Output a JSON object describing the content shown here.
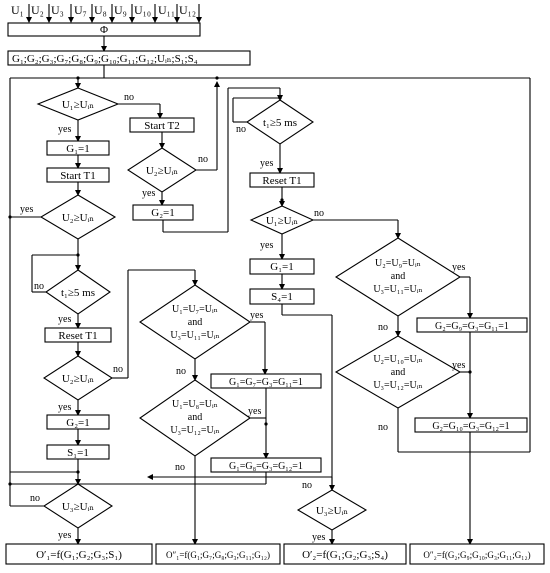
{
  "inputs": [
    "U₁",
    "U₂",
    "U₃",
    "U₇",
    "U₈",
    "U₉",
    "U₁₀",
    "U₁₁",
    "U₁₂"
  ],
  "phi_block": "Φ",
  "state_block": "G₁;G₂;G₃;G₇;G₈;G₉;G₁₀;G₁₁;G₁₂;Uᵢₙ;S₁;S₄",
  "decisions": {
    "d1": "U₁≥Uᵢₙ",
    "d2": "U₂≥Uᵢₙ",
    "d3": "U₂≥Uᵢₙ",
    "d4": "t₁≥5 ms",
    "d5": "U₂≥Uᵢₙ",
    "d6": "U₃≥Uᵢₙ",
    "d7": "t₁≥5 ms",
    "d8": "U₁≥Uᵢₙ",
    "d9_line1": "U₁=U₇=Uᵢₙ",
    "d9_line2": "and",
    "d9_line3": "U₃=U₁₁=Uᵢₙ",
    "d10_line1": "U₁=U₈=Uᵢₙ",
    "d10_line2": "and",
    "d10_line3": "U₃=U₁₂=Uᵢₙ",
    "d11_line1": "U₂=U₉=Uᵢₙ",
    "d11_line2": "and",
    "d11_line3": "U₃=U₁₁=Uᵢₙ",
    "d12_line1": "U₂=U₁₀=Uᵢₙ",
    "d12_line2": "and",
    "d12_line3": "U₃=U₁₂=Uᵢₙ",
    "d13": "U₃≥Uᵢₙ"
  },
  "processes": {
    "g1_set_left": "G₁=1",
    "start_t1": "Start T1",
    "start_t2": "Start T2",
    "g2_set_mid": "G₂=1",
    "reset_t1_left": "Reset T1",
    "g2_set_left": "G₂=1",
    "s1_set": "S₁=1",
    "g1g7g3g11": "G₁=G₇=G₃=G₁₁=1",
    "g1g8g3g12": "G₁=G₈=G₃=G₁₂=1",
    "reset_t1_right": "Reset T1",
    "g1_set_right": "G₁=1",
    "s4_set": "S₄=1",
    "g2g9g3g11": "G₂=G₉=G₃=G₁₁=1",
    "g2g10g3g12": "G₂=G₁₀=G₃=G₁₂=1"
  },
  "outputs": {
    "o1a": "O′₁=f(G₁;G₂;G₃;S₁)",
    "o1b": "O″₁=f(G₁;G₇;G₈;G₃;G₁₁;G₁₂)",
    "o2a": "O′₂=f(G₁;G₂;G₃;S₄)",
    "o2b": "O″₂=f(G₂;G₉;G₁₀;G₃;G₁₁;G₁₂)"
  },
  "labels": {
    "yes": "yes",
    "no": "no"
  }
}
